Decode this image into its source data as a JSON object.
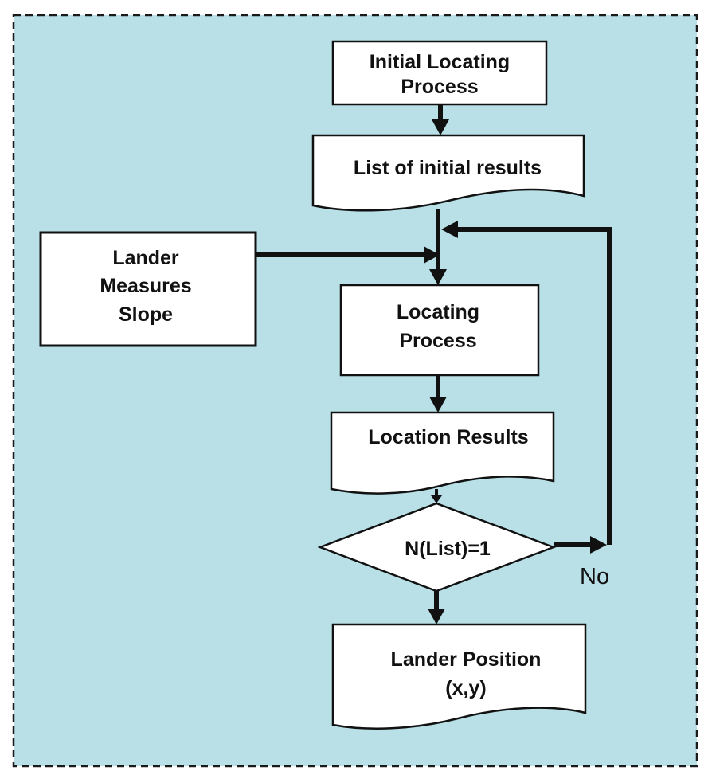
{
  "diagram": {
    "colors": {
      "background": "#b8e0e6",
      "border": "#1a1a1a",
      "shape_fill": "#ffffff",
      "line": "#111111"
    },
    "nodes": {
      "initial_locating_process": {
        "line1": "Initial Locating",
        "line2": "Process"
      },
      "list_initial_results": {
        "line1": "List of initial results"
      },
      "lander_measures_slope": {
        "line1": "Lander",
        "line2": "Measures",
        "line3": "Slope"
      },
      "locating_process": {
        "line1": "Locating",
        "line2": "Process"
      },
      "location_results": {
        "line1": "Location Results"
      },
      "decision": {
        "line1": "N(List)=1"
      },
      "lander_position": {
        "line1": "Lander Position",
        "line2": "(x,y)"
      }
    },
    "edges": {
      "no_label": "No"
    }
  }
}
